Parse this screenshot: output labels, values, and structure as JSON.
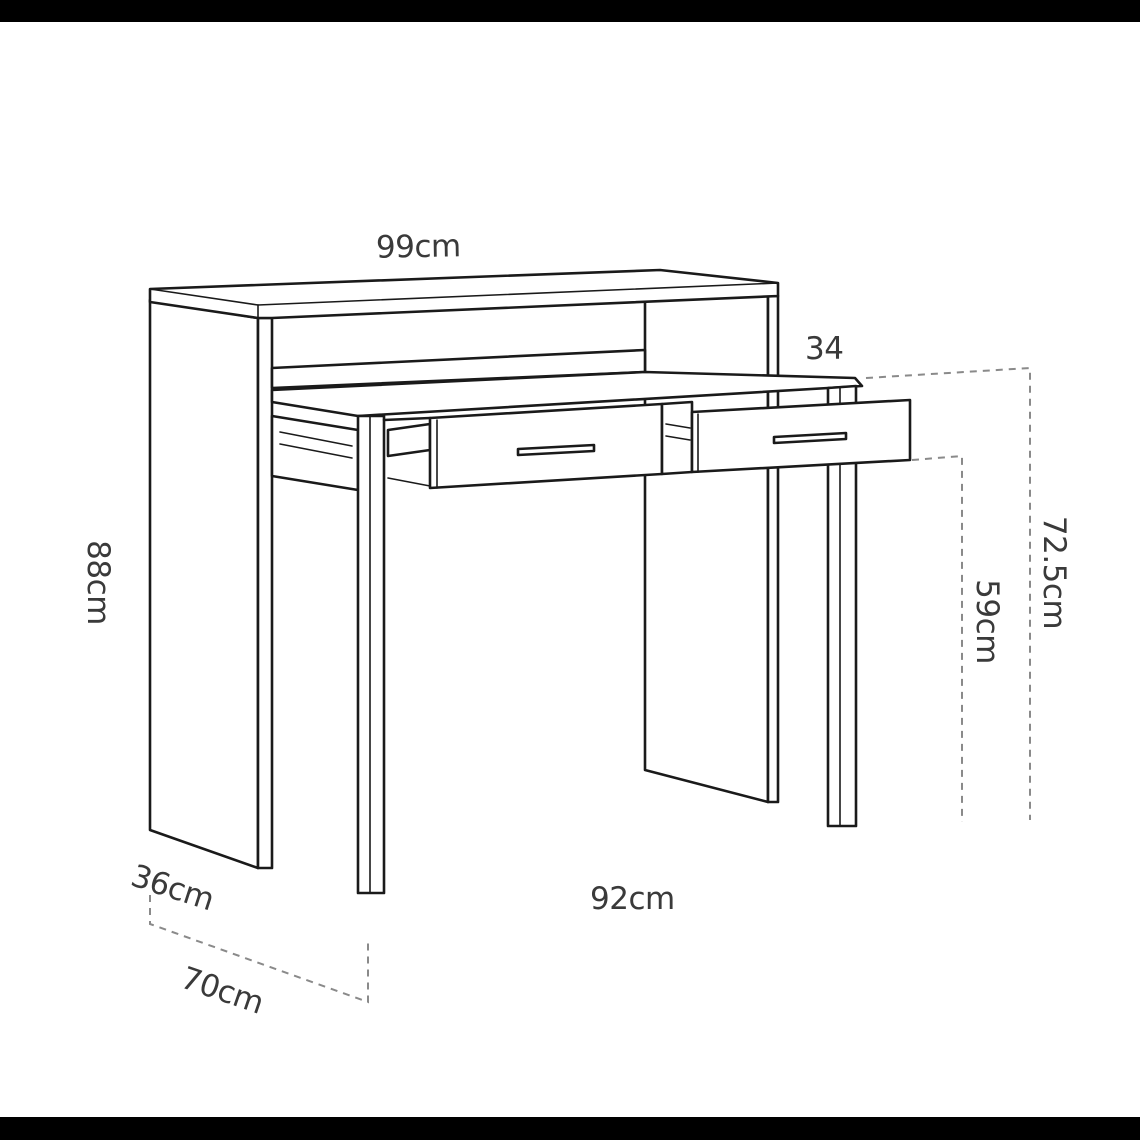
{
  "diagram": {
    "subject": "extendable console desk with two drawers",
    "colors": {
      "frame_bar": "#000000",
      "background": "#ffffff",
      "line": "#1a1a1a",
      "label_text": "#3a3a3a",
      "dimension_guide": "#8a8a8a"
    },
    "dimensions": {
      "top_width": "99cm",
      "total_height": "88cm",
      "closed_depth": "36cm",
      "open_depth": "70cm",
      "inner_width": "92cm",
      "extension_depth": "34",
      "desk_height": "72.5cm",
      "drawer_clearance_height": "59cm"
    }
  }
}
